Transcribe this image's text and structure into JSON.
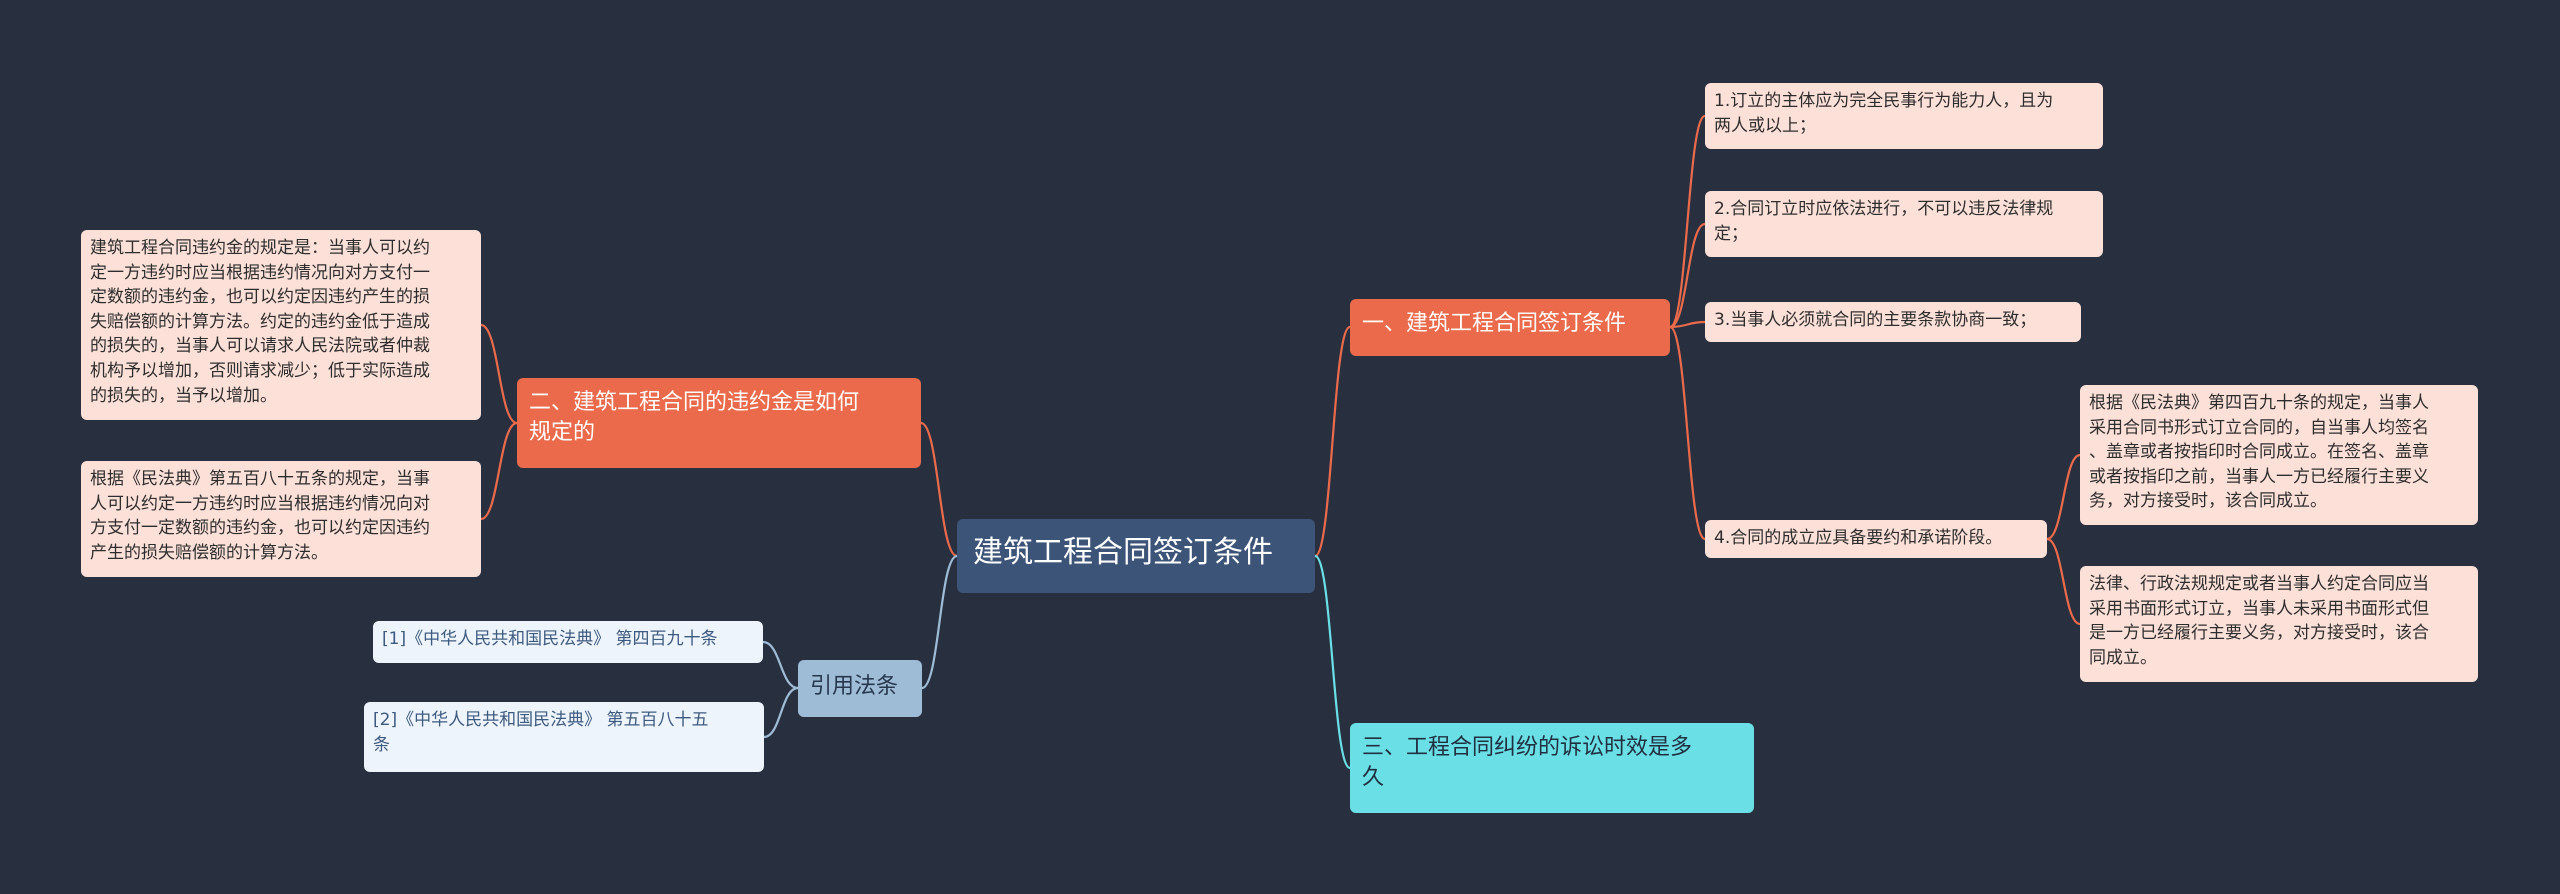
{
  "root": {
    "label": "建筑工程合同签订条件"
  },
  "branches": {
    "b1": {
      "label": "一、建筑工程合同签订条件",
      "children": [
        "1.订立的主体应为完全民事行为能力人，且为\n两人或以上；",
        "2.合同订立时应依法进行，不可以违反法律规\n定；",
        "3.当事人必须就合同的主要条款协商一致；",
        "4.合同的成立应具备要约和承诺阶段。"
      ],
      "sub_children": [
        "根据《民法典》第四百九十条的规定，当事人\n采用合同书形式订立合同的，自当事人均签名\n、盖章或者按指印时合同成立。在签名、盖章\n或者按指印之前，当事人一方已经履行主要义\n务，对方接受时，该合同成立。",
        "法律、行政法规规定或者当事人约定合同应当\n采用书面形式订立，当事人未采用书面形式但\n是一方已经履行主要义务，对方接受时，该合\n同成立。"
      ]
    },
    "b2": {
      "label": "二、建筑工程合同的违约金是如何\n规定的",
      "children": [
        "建筑工程合同违约金的规定是：当事人可以约\n定一方违约时应当根据违约情况向对方支付一\n定数额的违约金，也可以约定因违约产生的损\n失赔偿额的计算方法。约定的违约金低于造成\n的损失的，当事人可以请求人民法院或者仲裁\n机构予以增加，否则请求减少；低于实际造成\n的损失的，当予以增加。",
        "根据《民法典》第五百八十五条的规定，当事\n人可以约定一方违约时应当根据违约情况向对\n方支付一定数额的违约金，也可以约定因违约\n产生的损失赔偿额的计算方法。"
      ]
    },
    "b3": {
      "label": "引用法条",
      "children": [
        "[1]《中华人民共和国民法典》 第四百九十条",
        "[2]《中华人民共和国民法典》 第五百八十五\n条"
      ]
    },
    "b4": {
      "label": "三、工程合同纠纷的诉讼时效是多\n久"
    }
  },
  "colors": {
    "background": "#28303f",
    "root": "#3c5478",
    "branch_red": "#ea6a4b",
    "branch_blue": "#9fbcd7",
    "branch_cyan": "#6adfe6",
    "leaf_red": "#fde1d9",
    "leaf_blue": "#eef4fb"
  }
}
